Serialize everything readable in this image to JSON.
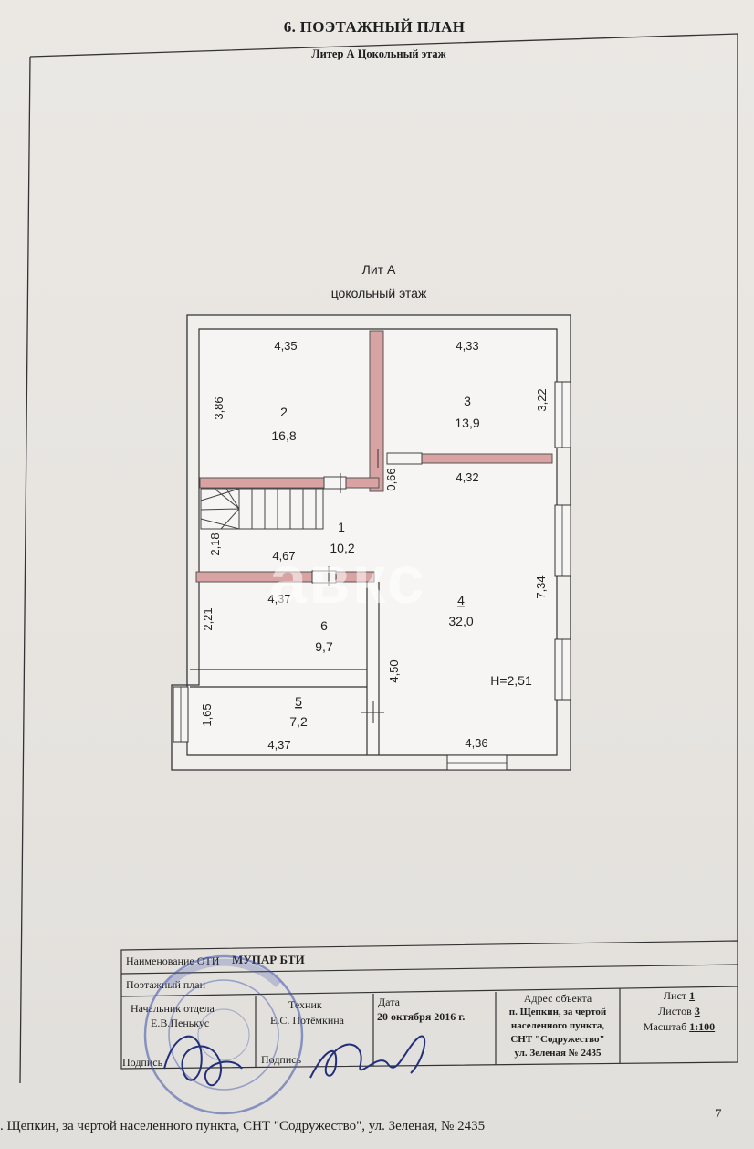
{
  "header": {
    "title": "6. ПОЭТАЖНЫЙ ПЛАН",
    "subtitle": "Литер А Цокольный этаж"
  },
  "plan": {
    "title_line1": "Лит А",
    "title_line2": "цокольный этаж",
    "height_label": "H=2,51",
    "rooms": [
      {
        "number": "1",
        "area": "10,2"
      },
      {
        "number": "2",
        "area": "16,8"
      },
      {
        "number": "3",
        "area": "13,9"
      },
      {
        "number": "4",
        "area": "32,0"
      },
      {
        "number": "5",
        "area": "7,2"
      },
      {
        "number": "6",
        "area": "9,7"
      }
    ],
    "dims": {
      "r2_top": "4,35",
      "r2_left": "3,86",
      "r3_top": "4,33",
      "r3_right": "3,22",
      "r4_top": "4,32",
      "corridor_gap": "0,66",
      "r1_left": "2,18",
      "r1_width": "4,67",
      "r6_top": "4,37",
      "r6_left": "2,21",
      "r4_right": "7,34",
      "r4_inner": "4,50",
      "r5_left": "1,65",
      "r5_bottom": "4,37",
      "r4_bottom": "4,36"
    }
  },
  "watermark": "авкс",
  "stamp": {
    "org_label": "Наименование ОТИ",
    "org_name": "МУПАР БТИ",
    "doc_type": "Поэтажный план",
    "head_label": "Начальник отдела",
    "head_name": "Е.В.Пенькус",
    "tech_label": "Техник",
    "tech_name": "Е.С. Потёмкина",
    "sign_label_1": "Подпись",
    "sign_label_2": "Подпись",
    "date_label": "Дата",
    "date_value": "20 октября 2016 г.",
    "address_label": "Адрес объекта",
    "address_line1": "п. Щепкин, за чертой",
    "address_line2": "населенного пункта,",
    "address_line3": "СНТ \"Содружество\"",
    "address_line4": "ул. Зеленая № 2435",
    "sheet_label": "Лист",
    "sheet_value": "1",
    "sheets_label": "Листов",
    "sheets_value": "3",
    "scale_label": "Масштаб",
    "scale_value": "1:100"
  },
  "footer": {
    "address": ". Щепкин, за чертой населенного пункта, СНТ \"Содружество\", ул. Зеленая, № 2435",
    "page_number": "7"
  }
}
